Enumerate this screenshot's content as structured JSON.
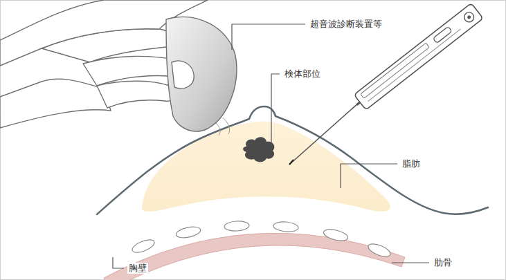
{
  "diagram": {
    "labels": [
      "超音波診断装置等",
      "検体部位",
      "脂肪",
      "胸壁",
      "肋骨"
    ]
  }
}
